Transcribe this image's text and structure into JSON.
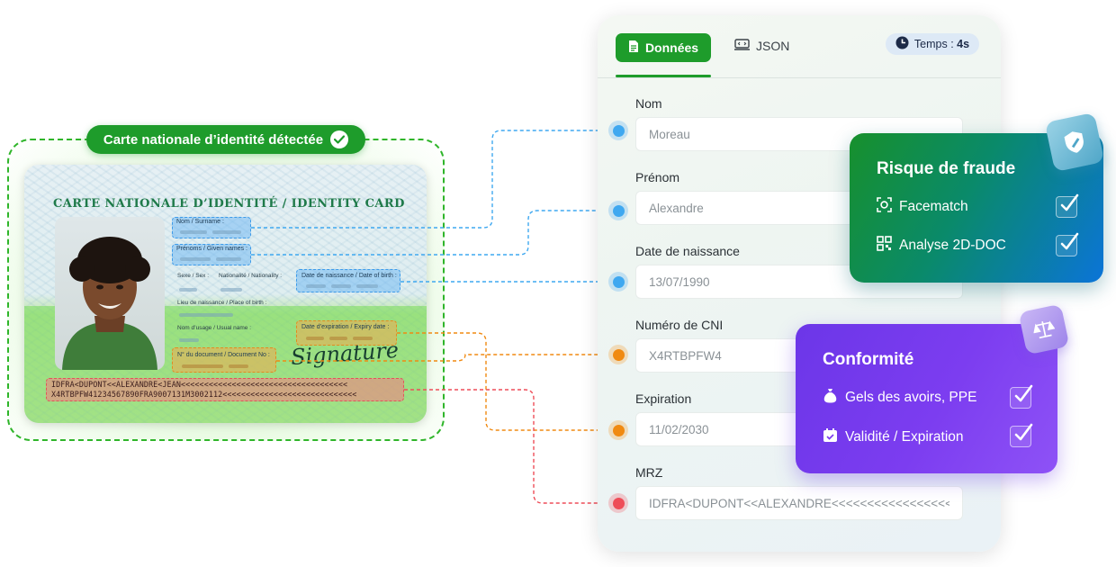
{
  "id_document": {
    "detected_badge": "Carte nationale d’identité détectée",
    "card_title": "CARTE NATIONALE D’IDENTITÉ / IDENTITY CARD",
    "field_labels": {
      "surname": "Nom / Surname :",
      "given_names": "Prénoms / Given names :",
      "sex": "Sexe / Sex :",
      "nationality": "Nationalité / Nationality :",
      "birth_date": "Date de naissance / Date of birth :",
      "birth_place": "Lieu de naissance / Place of birth :",
      "usual_name": "Nom d’usage / Usual name :",
      "expiry_date": "Date d’expiration / Expiry date :",
      "document_number": "N° du document / Document No :"
    },
    "signature": "Signature",
    "mrz_line1": "IDFRA<DUPONT<<ALEXANDRE<JEAN<<<<<<<<<<<<<<<<<<<<<<<<<<<<<<<<<<<<",
    "mrz_line2": "X4RTBPFW41234567890FRA9007131M3002112<<<<<<<<<<<<<<<<<<<<<<<<<<<<<"
  },
  "panel": {
    "tabs": {
      "data_label": "Données",
      "json_label": "JSON"
    },
    "timer": {
      "prefix": "Temps : ",
      "value": "4s"
    },
    "fields": {
      "nom": {
        "label": "Nom",
        "value": "Moreau"
      },
      "prenom": {
        "label": "Prénom",
        "value": "Alexandre"
      },
      "date_naissance": {
        "label": "Date de naissance",
        "value": "13/07/1990"
      },
      "numero_cni": {
        "label": "Numéro de CNI",
        "value": "X4RTBPFW4"
      },
      "expiration": {
        "label": "Expiration",
        "value": "11/02/2030"
      },
      "mrz": {
        "label": "MRZ",
        "value": "IDFRA<DUPONT<<ALEXANDRE<<<<<<<<<<<<<<<<<<"
      }
    }
  },
  "fraud_card": {
    "title": "Risque de fraude",
    "items": [
      "Facematch",
      "Analyse 2D-DOC"
    ]
  },
  "compliance_card": {
    "title": "Conformité",
    "items": [
      "Gels des avoirs, PPE",
      "Validité / Expiration"
    ]
  },
  "colors": {
    "brand_green": "#1e9c2b",
    "link_blue": "#3fa8f0",
    "link_orange": "#f08a12",
    "link_red": "#ee4d58",
    "fraud_gradient_end": "#0b74d8",
    "compliance_purple": "#7c3df0"
  },
  "icons": [
    "check-circle-icon",
    "document-icon",
    "code-icon",
    "clock-icon",
    "face-scan-icon",
    "qr-code-icon",
    "shield-icon",
    "money-bag-icon",
    "calendar-check-icon",
    "scales-icon",
    "checkbox-check-icon"
  ]
}
